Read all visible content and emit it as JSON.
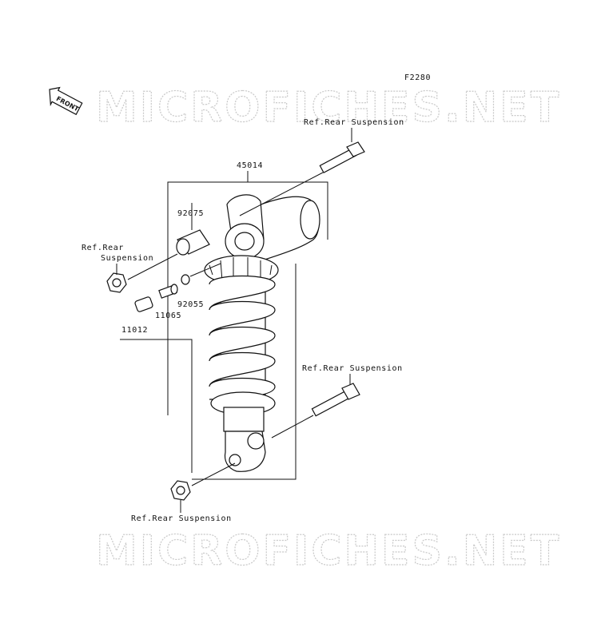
{
  "diagram_id": "F2280",
  "front_badge": "FRONT",
  "watermark": "MICROFICHES.NET",
  "parts": {
    "shock_absorber": "45014",
    "bushing": "92075",
    "o_ring": "92055",
    "valve": "11065",
    "cap": "11012"
  },
  "references": {
    "rear_suspension": "Ref.Rear Suspension",
    "rear_line1": "Ref.Rear",
    "rear_line2": "Suspension"
  }
}
